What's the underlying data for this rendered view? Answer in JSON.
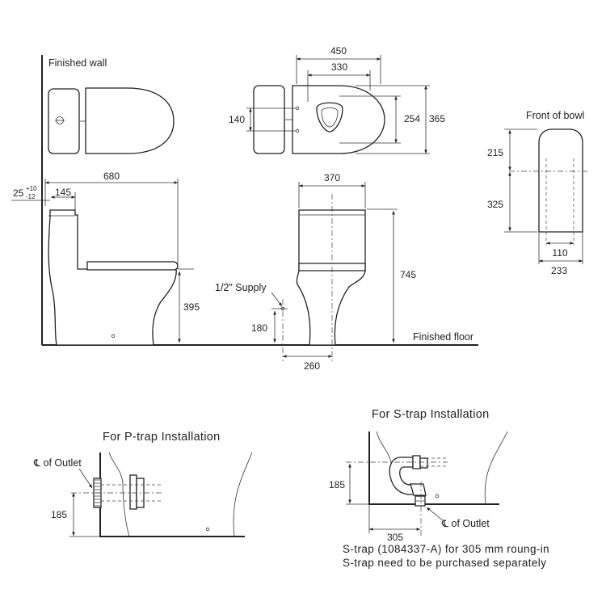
{
  "labels": {
    "finished_wall": "Finished wall",
    "front_of_bowl": "Front of bowl",
    "finished_floor": "Finished floor",
    "supply": "1/2\" Supply",
    "p_trap_title": "For P-trap Installation",
    "s_trap_title": "For S-trap Installation",
    "cl_outlet": "℄ of Outlet",
    "cl_outlet_s": "℄ of Outlet",
    "s_trap_note_1": "S-trap (1084337-A) for 305 mm roung-in",
    "s_trap_note_2": "S-trap need to be purchased separately"
  },
  "dimensions": {
    "top_450": "450",
    "top_330": "330",
    "top_140": "140",
    "top_254": "254",
    "top_365": "365",
    "side_680": "680",
    "side_145": "145",
    "side_25": "25",
    "side_25_plus": "+10",
    "side_25_minus": "-12",
    "side_395": "395",
    "front_370": "370",
    "front_745": "745",
    "front_180": "180",
    "front_260": "260",
    "bowl_215": "215",
    "bowl_325": "325",
    "bowl_110": "110",
    "bowl_233": "233",
    "p_185": "185",
    "s_185": "185",
    "s_305": "305"
  }
}
